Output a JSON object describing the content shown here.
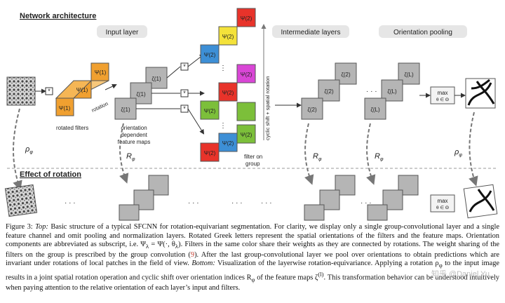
{
  "headings": {
    "network": "Network architecture",
    "effect": "Effect of rotation"
  },
  "section_labels": {
    "input_layer": "Input layer",
    "intermediate_layers": "Intermediate layers",
    "orientation_pooling": "Orientation pooling"
  },
  "annotations": {
    "rotated_filters": "rotated filters",
    "rotation": "rotation",
    "orientation_maps": [
      "orientation",
      "dependent",
      "feature maps"
    ],
    "filter_on_group": [
      "filter on",
      "group"
    ],
    "cyclic_shift": "cyclic shift + spatial rotation",
    "max": "max",
    "max_sub": "θ ∈ Θ",
    "rho": "ρ",
    "rho_sub": "φ",
    "R": "R",
    "R_sub": "φ",
    "ellipsis": "· · ·"
  },
  "filter_labels": {
    "psi1": "Ψ(1)",
    "psi2_lambda": "Ψ(2)",
    "psi2_1": "Ψ(2)",
    "psi2_2": "Ψ(2)"
  },
  "map_labels": {
    "zeta1": "ζ(1)",
    "zeta2": "ζ(2)",
    "zetaL": "ζ(L)"
  },
  "colors": {
    "orange": "#f0a030",
    "red": "#e8332a",
    "yellow": "#f4e23a",
    "blue": "#3d8fd6",
    "magenta": "#d946d6",
    "green": "#7cbf3a",
    "gray": "#b5b5b5",
    "pill": "#e6e6e6"
  },
  "caption": {
    "p1_a": "Figure 3: ",
    "p1_top": "Top:",
    "p1_b": " Basic structure of a typical SFCNN for rotation-equivariant segmentation. For clarity, we display only a single group-convolutional layer and a single feature channel and omit pooling and normalization layers. Rotated Greek letters represent the spatial orientations of the filters and the feature maps. Orientation components are abbreviated as subscript, i.e. Ψ",
    "p1_c": "λ",
    "p1_d": " = Ψ(·, θ",
    "p1_e": "λ",
    "p1_f": "). Filters in the same color share their weights as they are connected by rotations. The weight sharing of the filters on the group is prescribed by the group convolution (",
    "p1_cite": "9",
    "p1_g": "). After the last group-convolutional layer we pool over orientations to obtain predictions which are invariant under rotations of local patches in the field of view. ",
    "p1_bottom": "Bottom:",
    "p1_h": " Visualization of the layerwise rotation-equivariance. Applying a rotation ρ",
    "p1_i": "φ",
    "p1_j": " to the input image results in a joint spatial rotation operation and cyclic shift over orientation indices R",
    "p1_k": "φ",
    "p1_l": " of the feature maps ζ",
    "p1_m": "(l)",
    "p1_n": ". This transformation behavior can be understood intuitively when paying attention to the relative orientation of each layer’s input and filters."
  },
  "watermark": "知乎 @Daniel Yu"
}
